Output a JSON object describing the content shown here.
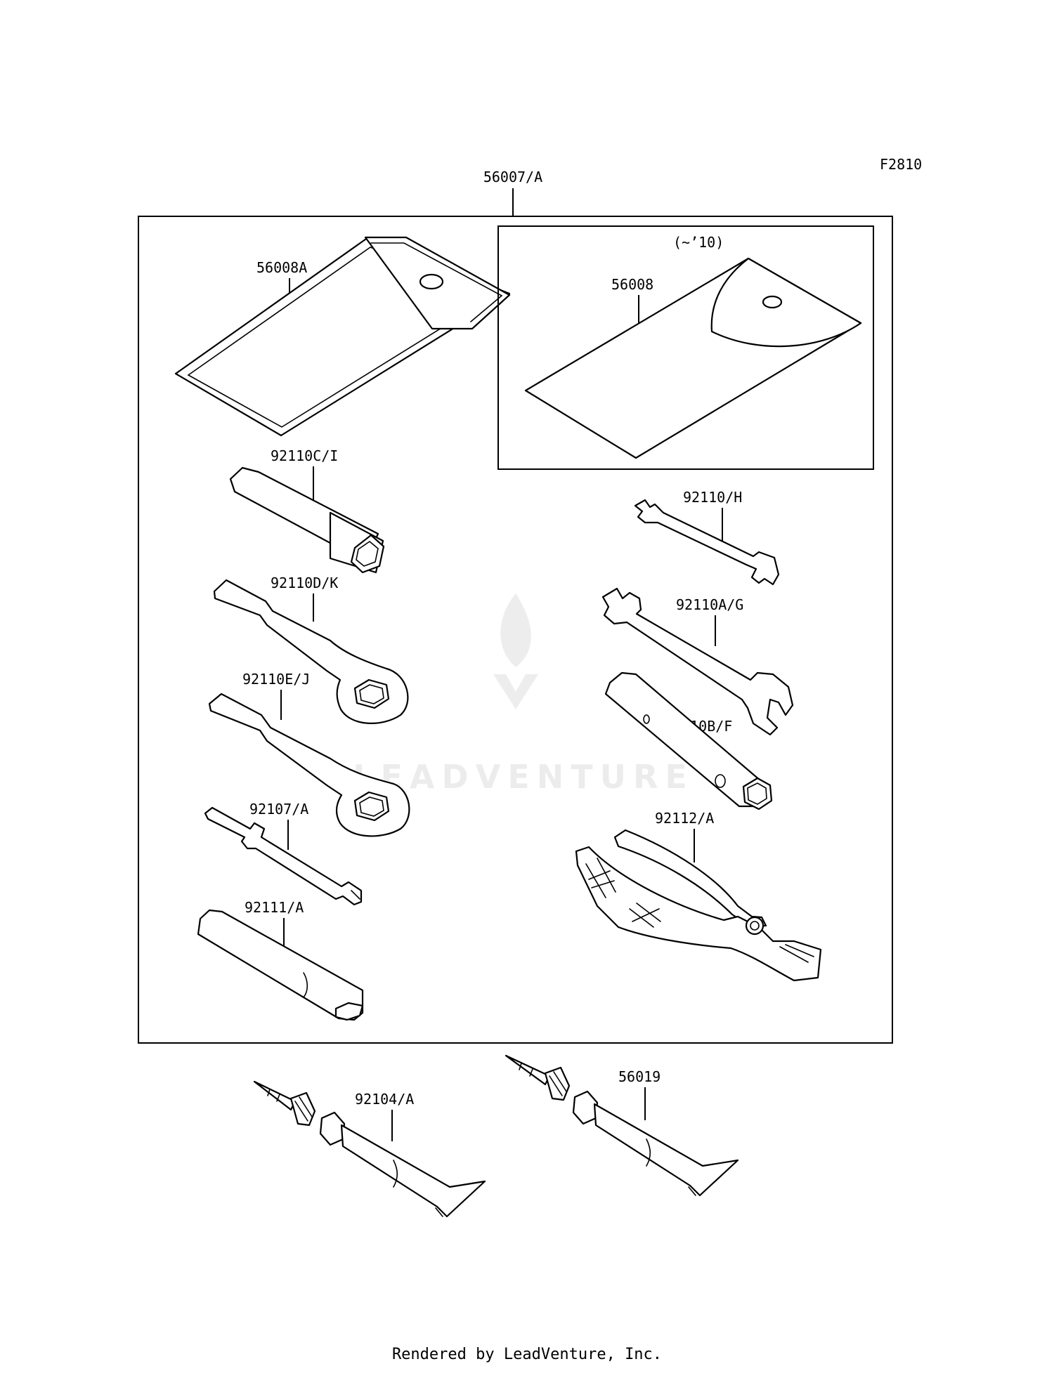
{
  "figure_code": "F2810",
  "kit_label": "56007/A",
  "parts": {
    "case_a": "56008A",
    "case_old": "56008",
    "case_old_note": "(~’10)",
    "socket_wrench_c": "92110C/I",
    "wrench_h": "92110/H",
    "box_wrench_d": "92110D/K",
    "wrench_a": "92110A/G",
    "box_wrench_e": "92110E/J",
    "plug_wrench_b": "92110B/F",
    "screwdriver": "92107/A",
    "pliers": "92112/A",
    "handle": "92111/A",
    "grease_tube_1": "92104/A",
    "grease_tube_2": "56019"
  },
  "watermark": {
    "text": "LEADVENTURE"
  },
  "footer": "Rendered by LeadVenture, Inc."
}
